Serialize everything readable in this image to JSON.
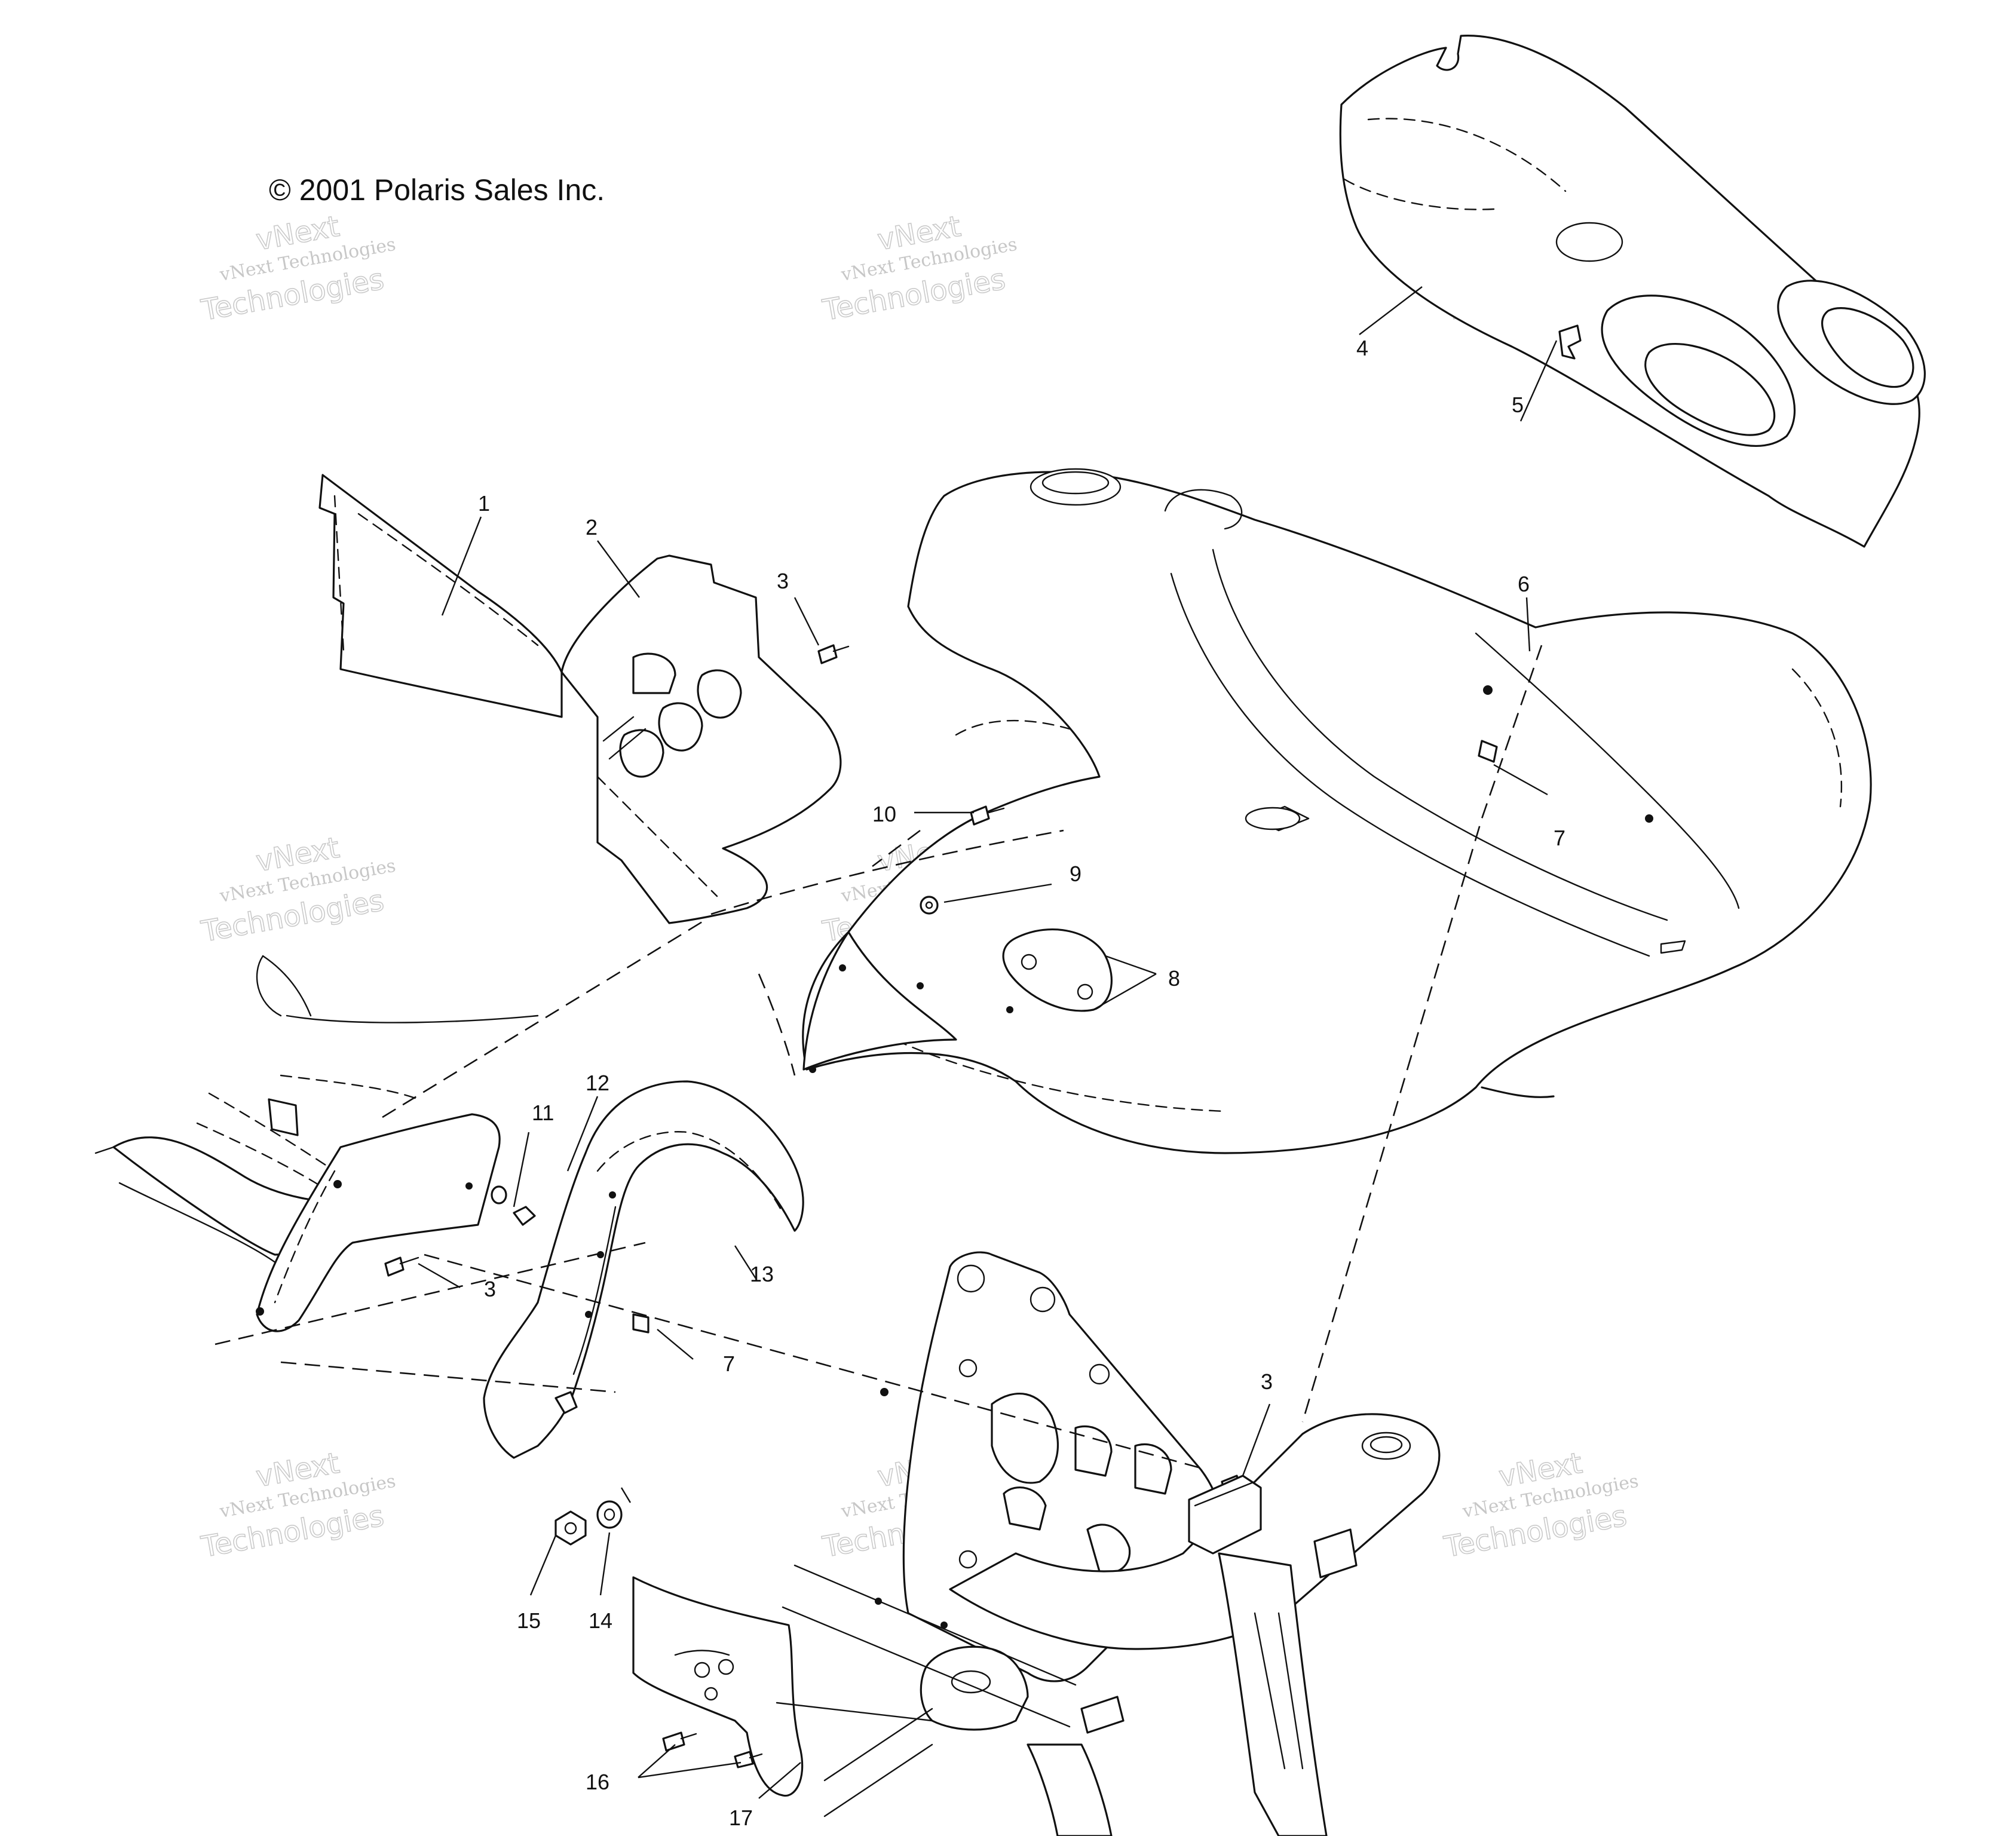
{
  "copyright": "© 2001 Polaris Sales Inc.",
  "watermark": {
    "line1": "vNext Technologies",
    "line2": "vNext",
    "line3": "Technologies"
  },
  "callouts": [
    {
      "id": "c1",
      "label": "1"
    },
    {
      "id": "c2",
      "label": "2"
    },
    {
      "id": "c3a",
      "label": "3"
    },
    {
      "id": "c4",
      "label": "4"
    },
    {
      "id": "c5",
      "label": "5"
    },
    {
      "id": "c6",
      "label": "6"
    },
    {
      "id": "c7a",
      "label": "7"
    },
    {
      "id": "c10",
      "label": "10"
    },
    {
      "id": "c9",
      "label": "9"
    },
    {
      "id": "c8",
      "label": "8"
    },
    {
      "id": "c12",
      "label": "12"
    },
    {
      "id": "c11",
      "label": "11"
    },
    {
      "id": "c3b",
      "label": "3"
    },
    {
      "id": "c13",
      "label": "13"
    },
    {
      "id": "c7b",
      "label": "7"
    },
    {
      "id": "c3c",
      "label": "3"
    },
    {
      "id": "c15",
      "label": "15"
    },
    {
      "id": "c14",
      "label": "14"
    },
    {
      "id": "c16",
      "label": "16"
    },
    {
      "id": "c17",
      "label": "17"
    }
  ]
}
